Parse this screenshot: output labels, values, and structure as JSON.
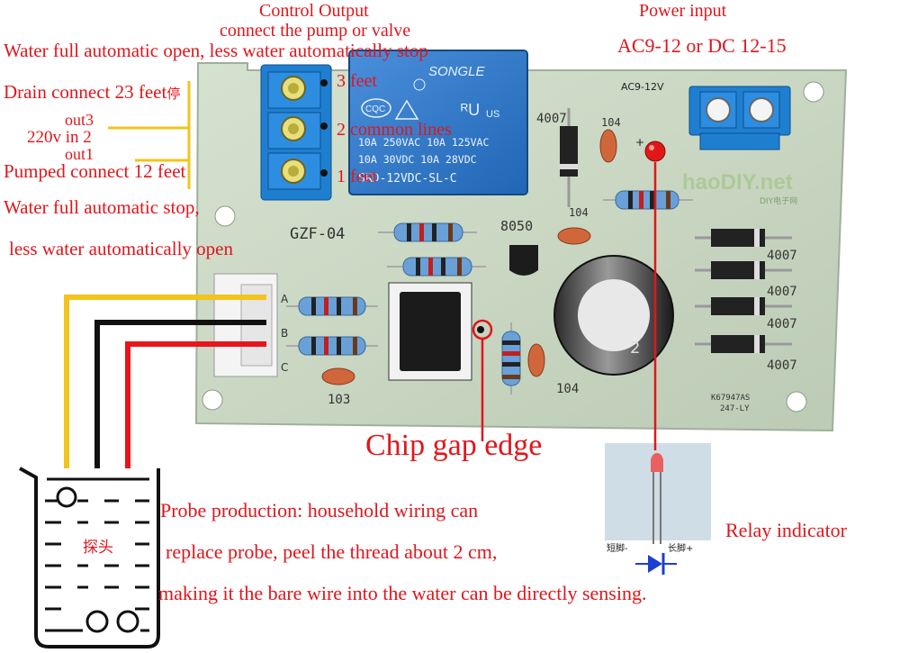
{
  "annotations": {
    "control_output": "Control Output",
    "connect_pump": "connect the pump or valve",
    "water_full_open": "Water full automatic open, less water automatically stop",
    "drain_connect": "Drain connect 23 feet",
    "drain_suffix": "停",
    "out3": "out3",
    "v220": "220v in 2",
    "out1": "out1",
    "pumped_connect": "Pumped connect 12 feet",
    "water_full_stop": "Water full automatic stop,",
    "less_water_open": "less water automatically open",
    "terminal_3": "3 feet",
    "terminal_2": "2 common lines",
    "terminal_1": "1 feet",
    "power_input": "Power input",
    "power_spec": "AC9-12  or DC 12-15",
    "chip_gap": "Chip gap edge",
    "relay_indicator": "Relay indicator",
    "probe_line1": "Probe production: household wiring can",
    "probe_line2": "replace probe, peel the thread about 2 cm,",
    "probe_line3": "making it the bare wire into the water can be directly sensing.",
    "probe_cn": "探头"
  },
  "board": {
    "relay_brand": "SONGLE",
    "relay_line1": "10A 250VAC  10A 125VAC",
    "relay_line2": "10A  30VDC  10A  28VDC",
    "relay_model": "SRD-12VDC-SL-C",
    "board_model": "GZF-04",
    "transistor": "8050",
    "ac_label": "AC9-12V",
    "diode_label": "4007",
    "cap_104": "104",
    "cap_103": "103",
    "brand_logo": "haoDIY.net",
    "brand_sub": "DIY电子网",
    "serial1": "K67947AS",
    "serial2": "247-LY",
    "pin_a": "A",
    "pin_b": "B",
    "pin_c": "C",
    "led_short": "短脚-",
    "led_long": "长脚+"
  },
  "colors": {
    "annotation": "#e0161c",
    "board": "#c9d7c2",
    "relay": "#2f78c9",
    "terminal": "#1e7fd0",
    "wire_yellow": "#f2c41c",
    "wire_red": "#e8161c",
    "wire_black": "#111111"
  }
}
